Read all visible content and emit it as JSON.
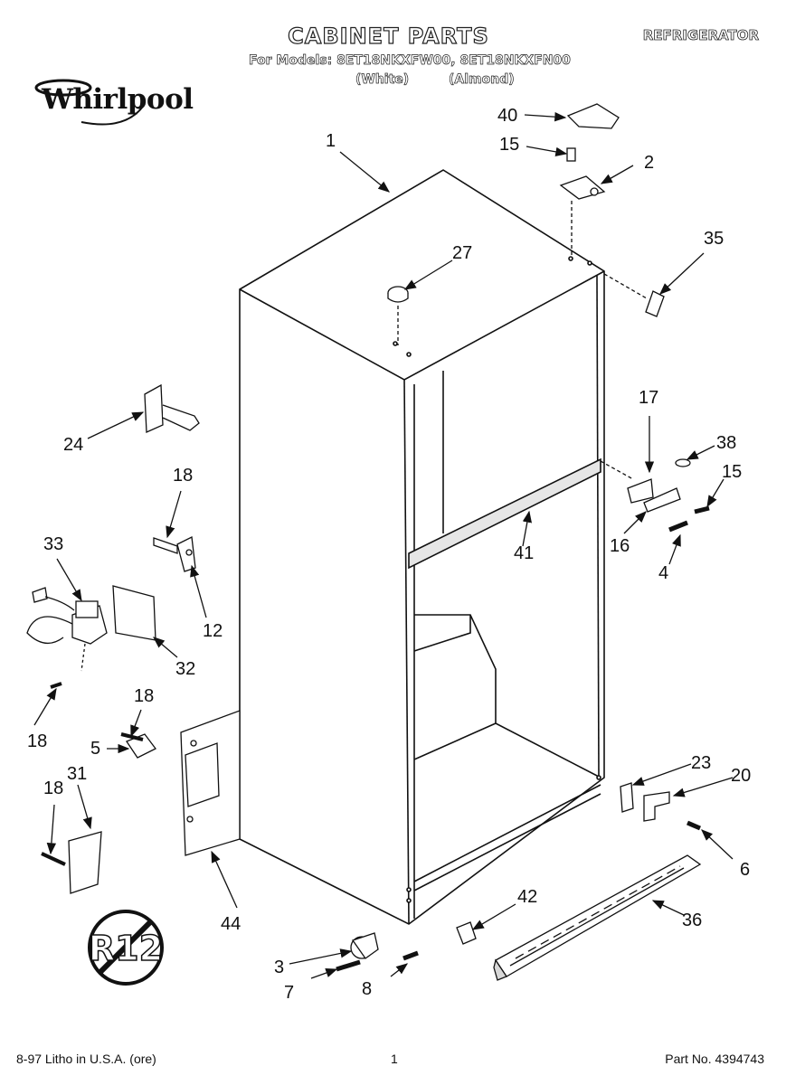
{
  "header": {
    "title": "CABINET PARTS",
    "appliance_type": "REFRIGERATOR",
    "models_line": "For Models: 8ET18NKXFW00, 8ET18NKXFN00",
    "color_white": "(White)",
    "color_almond": "(Almond)"
  },
  "logo": {
    "brand": "Whirlpool",
    "icon": "whirlpool-swirl-logo"
  },
  "callouts": {
    "c1": "1",
    "c2": "2",
    "c3": "3",
    "c4": "4",
    "c5": "5",
    "c6": "6",
    "c7": "7",
    "c8": "8",
    "c12": "12",
    "c15a": "15",
    "c15b": "15",
    "c16": "16",
    "c17": "17",
    "c18a": "18",
    "c18b": "18",
    "c18c": "18",
    "c18d": "18",
    "c20": "20",
    "c23": "23",
    "c24": "24",
    "c27": "27",
    "c31": "31",
    "c32": "32",
    "c33": "33",
    "c35": "35",
    "c36": "36",
    "c38": "38",
    "c40": "40",
    "c41": "41",
    "c42": "42",
    "c44": "44"
  },
  "badge": {
    "text": "R12",
    "icon": "no-r12-refrigerant-symbol"
  },
  "footer": {
    "litho": "8-97 Litho in U.S.A. (ore)",
    "page": "1",
    "part_no": "Part No. 4394743"
  },
  "colors": {
    "line": "#111111",
    "fill": "#ffffff",
    "shade": "#d8d8d8"
  }
}
